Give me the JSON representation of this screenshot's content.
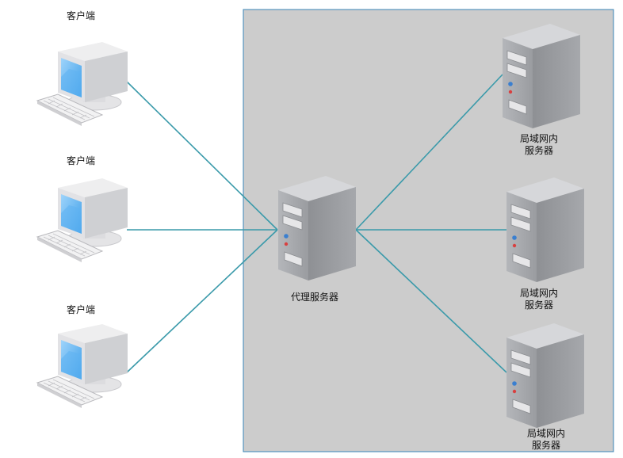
{
  "clients": [
    {
      "label": "客户端"
    },
    {
      "label": "客户端"
    },
    {
      "label": "客户端"
    }
  ],
  "proxy": {
    "label": "代理服务器"
  },
  "lan_servers": [
    {
      "line1": "局域网内",
      "line2": "服务器"
    },
    {
      "line1": "局域网内",
      "line2": "服务器"
    },
    {
      "line1": "局域网内",
      "line2": "服务器"
    }
  ],
  "colors": {
    "zone_fill": "#cccccc",
    "zone_border": "#3a86b8",
    "connector": "#3a9aaa",
    "screen_blue": "#56aef0"
  }
}
